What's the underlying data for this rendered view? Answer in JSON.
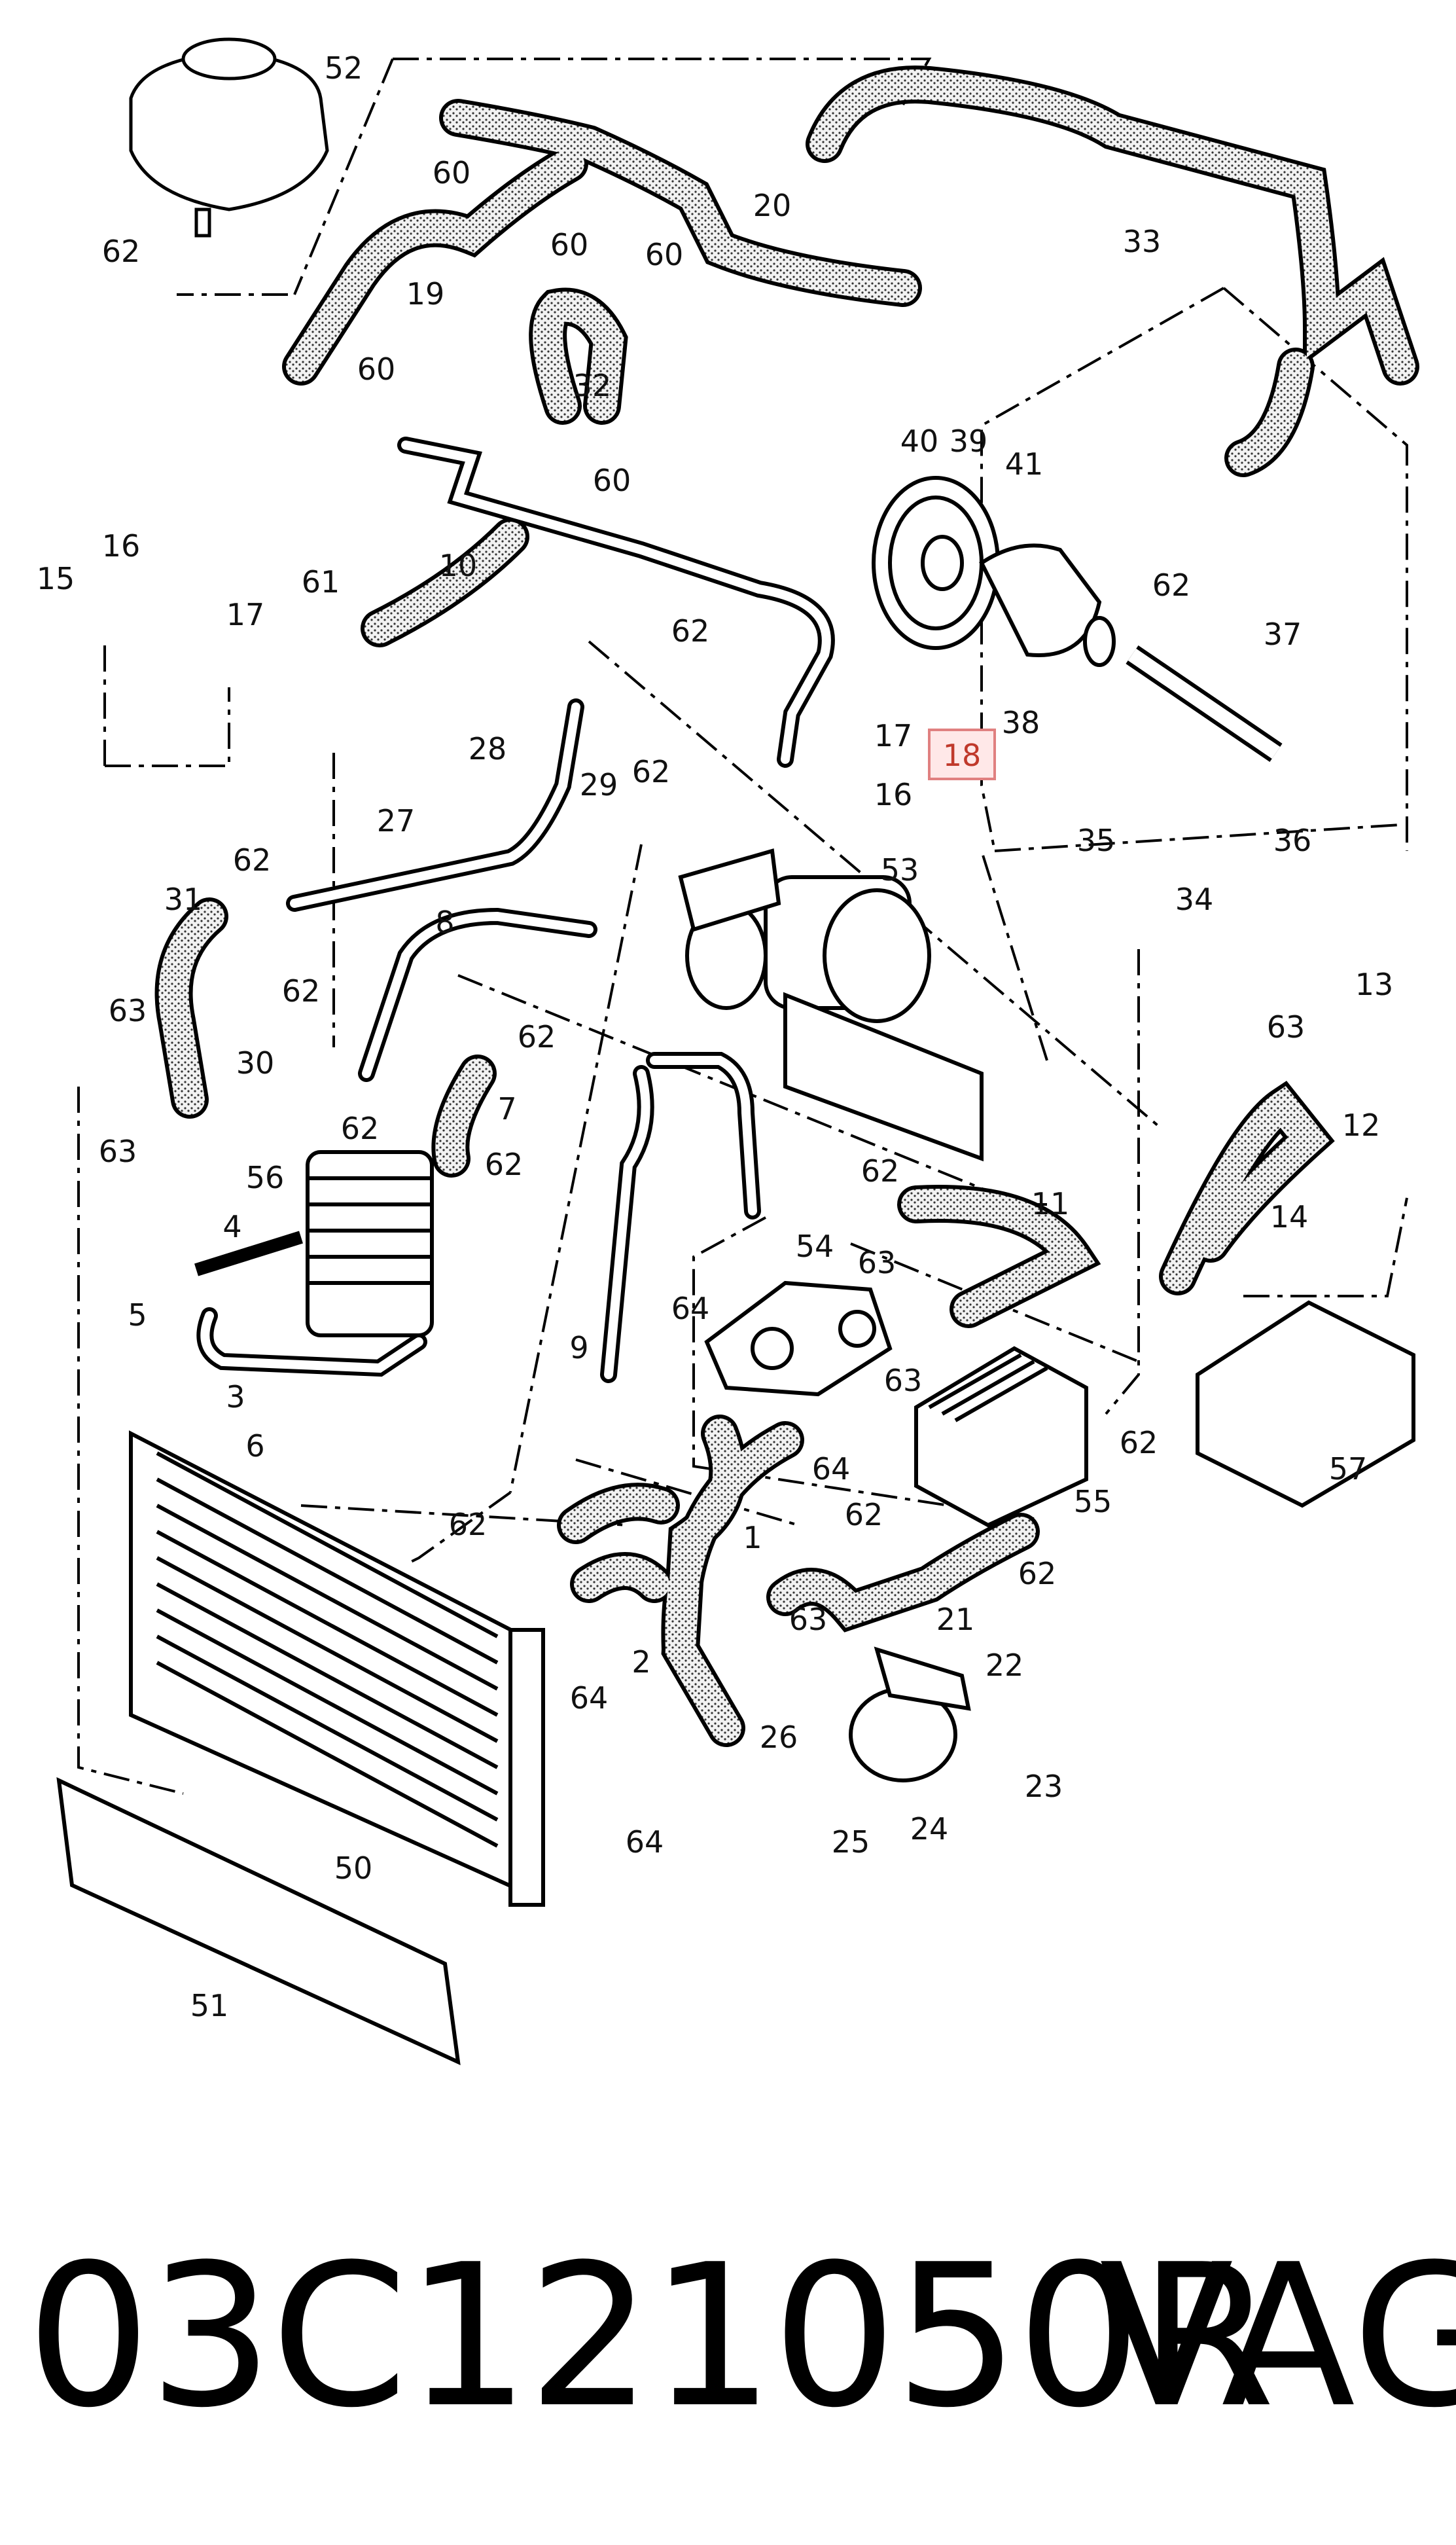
{
  "callouts": [
    {
      "id": "c52",
      "label": "52"
    },
    {
      "id": "c60a",
      "label": "60"
    },
    {
      "id": "c60b",
      "label": "60"
    },
    {
      "id": "c60c",
      "label": "60"
    },
    {
      "id": "c62a",
      "label": "62"
    },
    {
      "id": "c19",
      "label": "19"
    },
    {
      "id": "c20",
      "label": "20"
    },
    {
      "id": "c33",
      "label": "33"
    },
    {
      "id": "c60d",
      "label": "60"
    },
    {
      "id": "c32",
      "label": "32"
    },
    {
      "id": "c60e",
      "label": "60"
    },
    {
      "id": "c40",
      "label": "40"
    },
    {
      "id": "c39",
      "label": "39"
    },
    {
      "id": "c41",
      "label": "41"
    },
    {
      "id": "c15",
      "label": "15"
    },
    {
      "id": "c16a",
      "label": "16"
    },
    {
      "id": "c17a",
      "label": "17"
    },
    {
      "id": "c61",
      "label": "61"
    },
    {
      "id": "c10",
      "label": "10"
    },
    {
      "id": "c62b",
      "label": "62"
    },
    {
      "id": "c62c",
      "label": "62"
    },
    {
      "id": "c37",
      "label": "37"
    },
    {
      "id": "c38",
      "label": "38"
    },
    {
      "id": "c17b",
      "label": "17"
    },
    {
      "id": "c18",
      "label": "18"
    },
    {
      "id": "c16b",
      "label": "16"
    },
    {
      "id": "c28",
      "label": "28"
    },
    {
      "id": "c29",
      "label": "29"
    },
    {
      "id": "c62d",
      "label": "62"
    },
    {
      "id": "c35",
      "label": "35"
    },
    {
      "id": "c36",
      "label": "36"
    },
    {
      "id": "c34",
      "label": "34"
    },
    {
      "id": "c27",
      "label": "27"
    },
    {
      "id": "c62e",
      "label": "62"
    },
    {
      "id": "c53",
      "label": "53"
    },
    {
      "id": "c31",
      "label": "31"
    },
    {
      "id": "c8",
      "label": "8"
    },
    {
      "id": "c62f",
      "label": "62"
    },
    {
      "id": "c62g",
      "label": "62"
    },
    {
      "id": "c63a",
      "label": "63"
    },
    {
      "id": "c30",
      "label": "30"
    },
    {
      "id": "c7",
      "label": "7"
    },
    {
      "id": "c13",
      "label": "13"
    },
    {
      "id": "c63b",
      "label": "63"
    },
    {
      "id": "c63c",
      "label": "63"
    },
    {
      "id": "c62h",
      "label": "62"
    },
    {
      "id": "c62i",
      "label": "62"
    },
    {
      "id": "c12",
      "label": "12"
    },
    {
      "id": "c56",
      "label": "56"
    },
    {
      "id": "c62j",
      "label": "62"
    },
    {
      "id": "c14",
      "label": "14"
    },
    {
      "id": "c11",
      "label": "11"
    },
    {
      "id": "c4",
      "label": "4"
    },
    {
      "id": "c54",
      "label": "54"
    },
    {
      "id": "c63d",
      "label": "63"
    },
    {
      "id": "c5",
      "label": "5"
    },
    {
      "id": "c64a",
      "label": "64"
    },
    {
      "id": "c63e",
      "label": "63"
    },
    {
      "id": "c9",
      "label": "9"
    },
    {
      "id": "c3",
      "label": "3"
    },
    {
      "id": "c62k",
      "label": "62"
    },
    {
      "id": "c57",
      "label": "57"
    },
    {
      "id": "c6",
      "label": "6"
    },
    {
      "id": "c64b",
      "label": "64"
    },
    {
      "id": "c55",
      "label": "55"
    },
    {
      "id": "c62l",
      "label": "62"
    },
    {
      "id": "c1",
      "label": "1"
    },
    {
      "id": "c62m",
      "label": "62"
    },
    {
      "id": "c62n",
      "label": "62"
    },
    {
      "id": "c21",
      "label": "21"
    },
    {
      "id": "c63f",
      "label": "63"
    },
    {
      "id": "c22",
      "label": "22"
    },
    {
      "id": "c64c",
      "label": "64"
    },
    {
      "id": "c2",
      "label": "2"
    },
    {
      "id": "c26",
      "label": "26"
    },
    {
      "id": "c23",
      "label": "23"
    },
    {
      "id": "c50",
      "label": "50"
    },
    {
      "id": "c64d",
      "label": "64"
    },
    {
      "id": "c24",
      "label": "24"
    },
    {
      "id": "c25",
      "label": "25"
    },
    {
      "id": "c51",
      "label": "51"
    }
  ],
  "highlighted_callout": "c18",
  "highlight_color": "#e08080",
  "footer": {
    "part_number": "03C121050R",
    "brand": "VAG"
  }
}
